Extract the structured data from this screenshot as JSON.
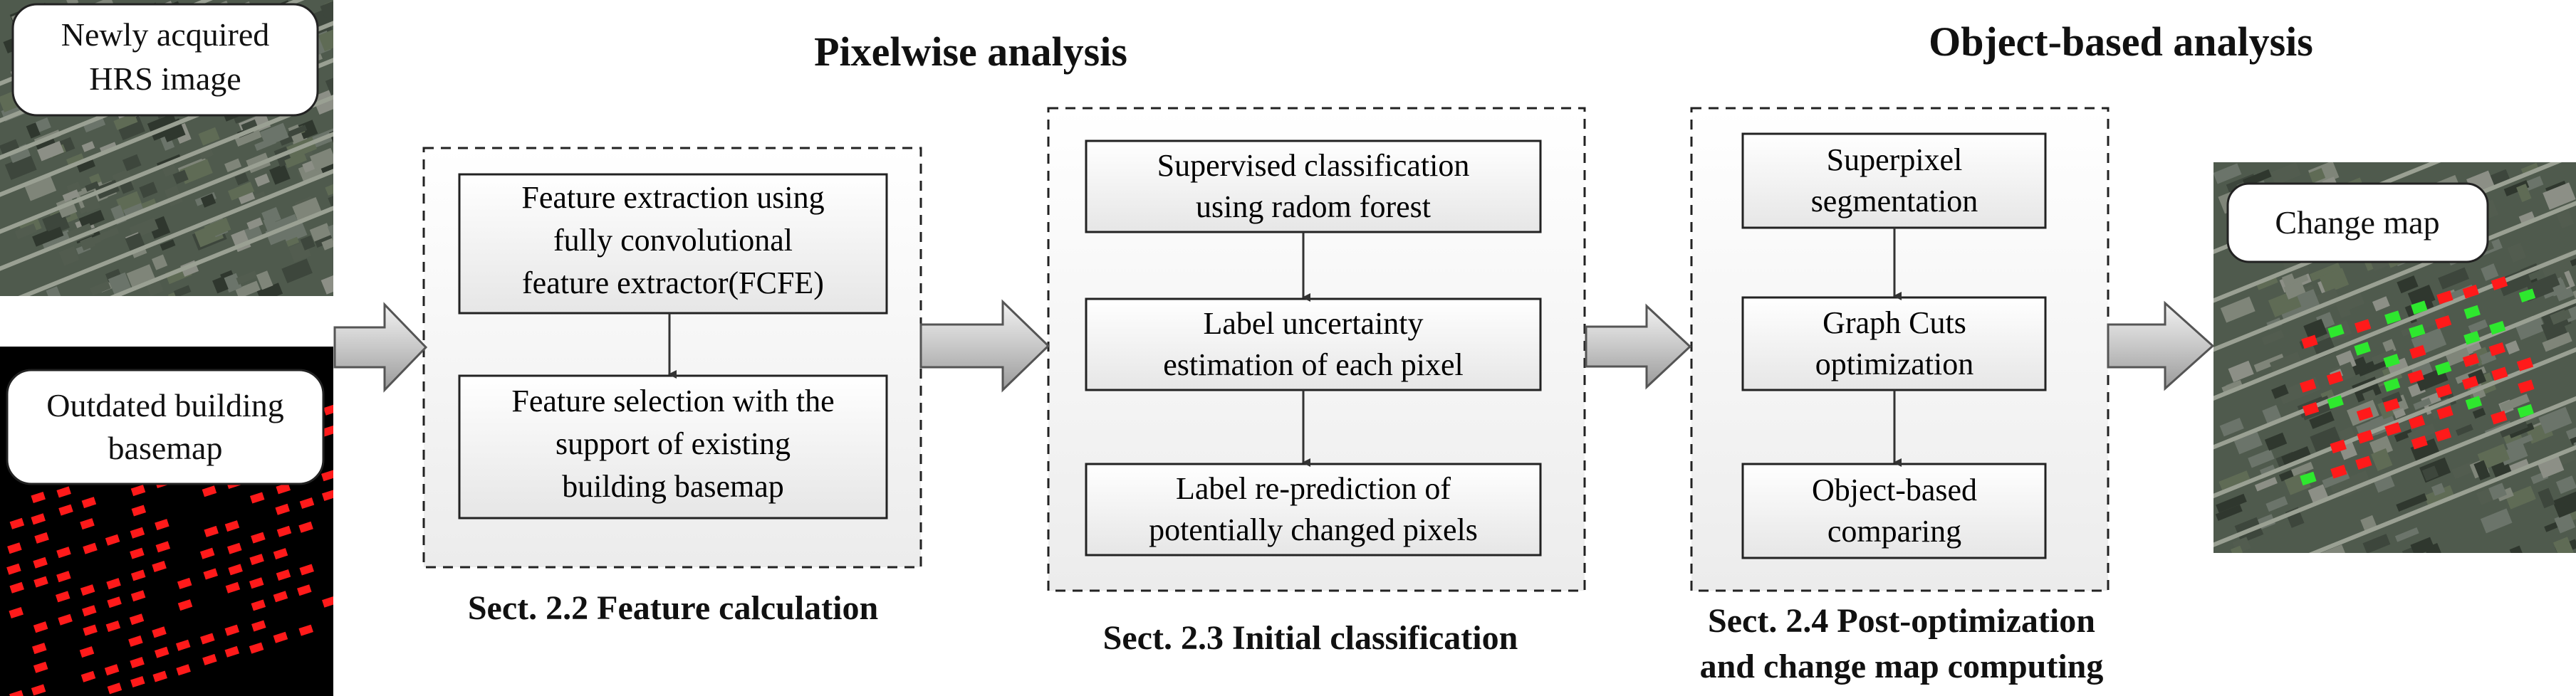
{
  "inputs": {
    "new_image_label": [
      "Newly acquired",
      "HRS image"
    ],
    "basemap_label": [
      "Outdated building",
      "basemap"
    ]
  },
  "headings": {
    "pixelwise": "Pixelwise analysis",
    "object_based": "Object-based analysis"
  },
  "sections": [
    {
      "caption": [
        "Sect. 2.2 Feature calculation"
      ],
      "steps": [
        {
          "lines": [
            "Feature extraction using",
            "fully convolutional",
            "feature extractor(FCFE)"
          ]
        },
        {
          "lines": [
            "Feature selection with the",
            "support of existing",
            "building basemap"
          ]
        }
      ]
    },
    {
      "caption": [
        "Sect. 2.3 Initial classification"
      ],
      "steps": [
        {
          "lines": [
            "Supervised classification",
            "using radom forest"
          ]
        },
        {
          "lines": [
            "Label uncertainty",
            "estimation of each pixel"
          ]
        },
        {
          "lines": [
            "Label re-prediction of",
            "potentially changed pixels"
          ]
        }
      ]
    },
    {
      "caption": [
        "Sect. 2.4 Post-optimization",
        "and change map computing"
      ],
      "steps": [
        {
          "lines": [
            "Superpixel",
            "segmentation"
          ]
        },
        {
          "lines": [
            "Graph Cuts",
            "optimization"
          ]
        },
        {
          "lines": [
            "Object-based",
            "comparing"
          ]
        }
      ]
    }
  ],
  "output": {
    "label": "Change map"
  },
  "colors": {
    "aerial_base": "#4f5a4d",
    "roof_red": "#ff1a1a",
    "roof_green": "#2ee82e",
    "box_fill": "#f2f2f2",
    "panel_fill": "#f7f7f7",
    "arrow_fill": "#cfcfcf"
  }
}
